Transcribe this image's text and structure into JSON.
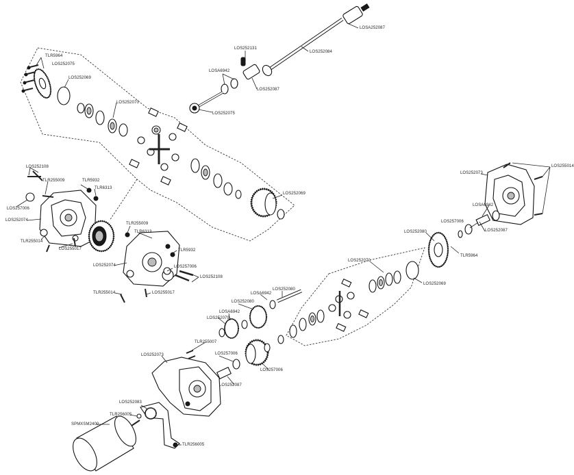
{
  "labels": {
    "l01": "LOSA252087",
    "l02": "LOS252131",
    "l03": "LOS252084",
    "l04": "LOSA6942",
    "l05": "LOS252087",
    "l06": "LOS252075",
    "l07": "TLR5964",
    "l08": "LOS252075",
    "l09": "LOS252069",
    "l10": "LOS252070",
    "l11": "LOS252069",
    "l12": "LOS252108",
    "l13": "TLR255009",
    "l14": "TLR5932",
    "l15": "TLR6313",
    "l16": "LOS257006",
    "l17": "LOS252074",
    "l18": "TLR255014",
    "l19": "LOS255017",
    "l20": "TLR255009",
    "l21": "TLR6313",
    "l22": "TLR5932",
    "l23": "LOS252074",
    "l24": "LOS257006",
    "l25": "LOS252108",
    "l26": "TLR255014",
    "l27": "LOS255017",
    "l28": "LOS252073",
    "l29": "LOS255014",
    "l30": "LOSA6942",
    "l31": "LOS257006",
    "l32": "LOS252087",
    "l33": "LOS252080",
    "l34": "TLR5964",
    "l35": "LOS252070",
    "l36": "LOS252069",
    "l37": "LOS252080",
    "l38": "LOSA6942",
    "l39": "LOS252080",
    "l40": "LOSA6942",
    "l41": "LOS252079",
    "l42": "TLR255007",
    "l43": "LOS252073",
    "l44": "LOS257006",
    "l45": "LOS257006",
    "l46": "LOS252087",
    "l47": "LOS252083",
    "l48": "TLR256005",
    "l49": "SPMXSM2400",
    "l50": "TLR256005"
  }
}
